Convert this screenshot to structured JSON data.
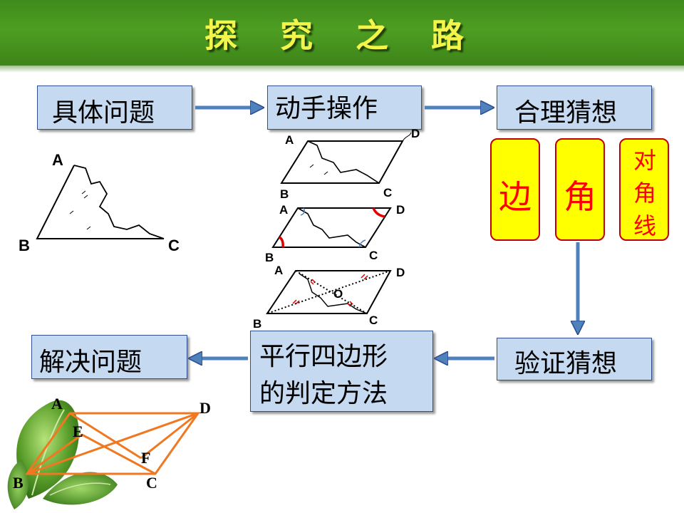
{
  "title": "探 究 之 路",
  "boxes": {
    "concrete_problem": "具体问题",
    "hands_on": "动手操作",
    "reasonable_guess": "合理猜想",
    "verify_guess": "验证猜想",
    "criteria_line1": "平行四边形",
    "criteria_line2": "的判定方法",
    "solve_problem": "解决问题"
  },
  "guesses": {
    "side": "边",
    "angle": "角",
    "diagonal_1": "对",
    "diagonal_2": "角",
    "diagonal_3": "线"
  },
  "triangle_labels": {
    "a": "A",
    "b": "B",
    "c": "C"
  },
  "para1_labels": {
    "a": "A",
    "b": "B",
    "c": "C",
    "d": "D"
  },
  "para2_labels": {
    "a": "A",
    "b": "B",
    "c": "C",
    "d": "D"
  },
  "para3_labels": {
    "a": "A",
    "b": "B",
    "c": "C",
    "d": "D",
    "o": "O"
  },
  "figure_labels": {
    "a": "A",
    "b": "B",
    "c": "C",
    "d": "D",
    "e": "E",
    "f": "F"
  },
  "colors": {
    "header": "#4e9e22",
    "title": "#f4f54a",
    "box_fill": "#c5d9f1",
    "arrow": "#4f81bd",
    "guess_fill": "#ffff00",
    "guess_text": "#ff0000",
    "figure_line": "#f07820"
  }
}
